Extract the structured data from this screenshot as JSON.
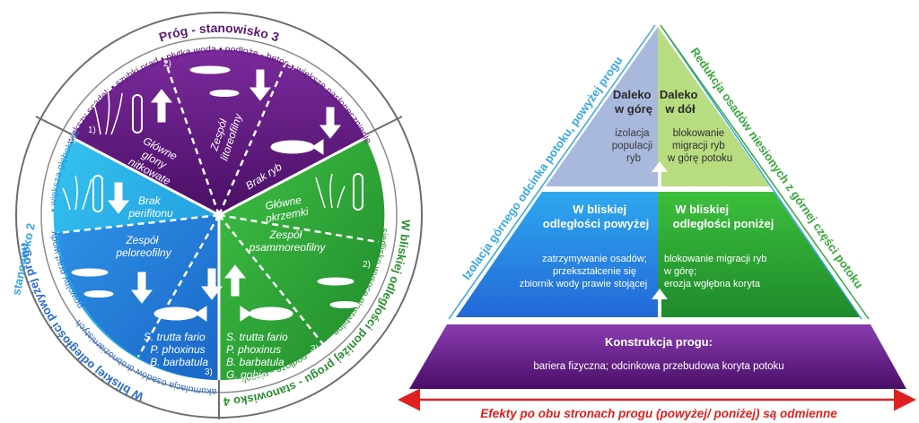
{
  "wheel": {
    "station3_title": "Próg - stanowisko 3",
    "station3_ring": "większy spadek • szybki prąd • płytka woda • podłoże - beton • większe nasłonecznienie",
    "station2_title": "stanowisko 2",
    "station2_ring_a": "• większa głębokość",
    "station2_ring_b": "powolny prąd wody",
    "station2_ring_c": "akumulacja osadów drobnoziarnistych",
    "station2_outer": "W bliskiej odległości powyżej progu",
    "station4_title": "W bliskiej odległości poniżej progu - stanowisko 4",
    "station4_ring_a": "siedlisko wysoce niestabilne",
    "station4_ring_b": "podłoże - piasek",
    "labels": {
      "glowne_glony_1": "Główne",
      "glowne_glony_2": "glony",
      "glowne_glony_3": "nitkowate",
      "zespol_lito_1": "Zespół",
      "zespol_lito_2": "litoreofilny",
      "brak_ryb": "Brak ryb",
      "brak_perifitonu_1": "Brak",
      "brak_perifitonu_2": "perifitonu",
      "zespol_pelo_1": "Zespół",
      "zespol_pelo_2": "peloreofilny",
      "glowne_okrzemki_1": "Główne",
      "glowne_okrzemki_2": "okrzemki",
      "zespol_psammo_1": "Zespół",
      "zespol_psammo_2": "psammoreofilny",
      "fish_left_1": "S. trutta fario",
      "fish_left_2": "P. phoxinus",
      "fish_left_3": "B. barbatula",
      "fish_right_1": "S. trutta fario",
      "fish_right_2": "P. phoxinus",
      "fish_right_3": "B. barbatula",
      "fish_right_4": "G. gobio"
    },
    "numbers": [
      "1)",
      "2)",
      "3)"
    ]
  },
  "pyramid": {
    "left_side": "Izolacja górnego odcinka potoku, powyżej progu",
    "right_side": "Redukcja osadów niesionych z górnej części potoku",
    "top_left_title_1": "Daleko",
    "top_left_title_2": "w górę",
    "top_left_text_1": "izolacja",
    "top_left_text_2": "populacji",
    "top_left_text_3": "ryb",
    "top_right_title_1": "Daleko",
    "top_right_title_2": "w dół",
    "top_right_text_1": "blokowanie",
    "top_right_text_2": "migracji ryb",
    "top_right_text_3": "w górę potoku",
    "mid_left_title_1": "W bliskiej",
    "mid_left_title_2": "odległości powyżej",
    "mid_left_text_1": "zatrzymywanie osadów;",
    "mid_left_text_2": "przekształcenie się",
    "mid_left_text_3": "zbiornik wody prawie stojącej",
    "mid_right_title_1": "W bliskiej",
    "mid_right_title_2": "odległości poniżej",
    "mid_right_text_1": "blokowanie migracji ryb",
    "mid_right_text_2": "w górę;",
    "mid_right_text_3": "erozja wgłębna koryta",
    "base_title": "Konstrukcja progu:",
    "base_text": "bariera fizyczna; odcinkowa przebudowa koryta potoku",
    "bottom_arrow": "Efekty po obu stronach progu (powyżej/ poniżej) są odmienne"
  },
  "colors": {
    "purple": "#6a1e8a",
    "cyan": "#22b4e8",
    "blue": "#2a7fe0",
    "green": "#2fa83a",
    "light_green": "#b8dc80",
    "light_blue": "#a9b8dd",
    "red": "#e02020"
  }
}
